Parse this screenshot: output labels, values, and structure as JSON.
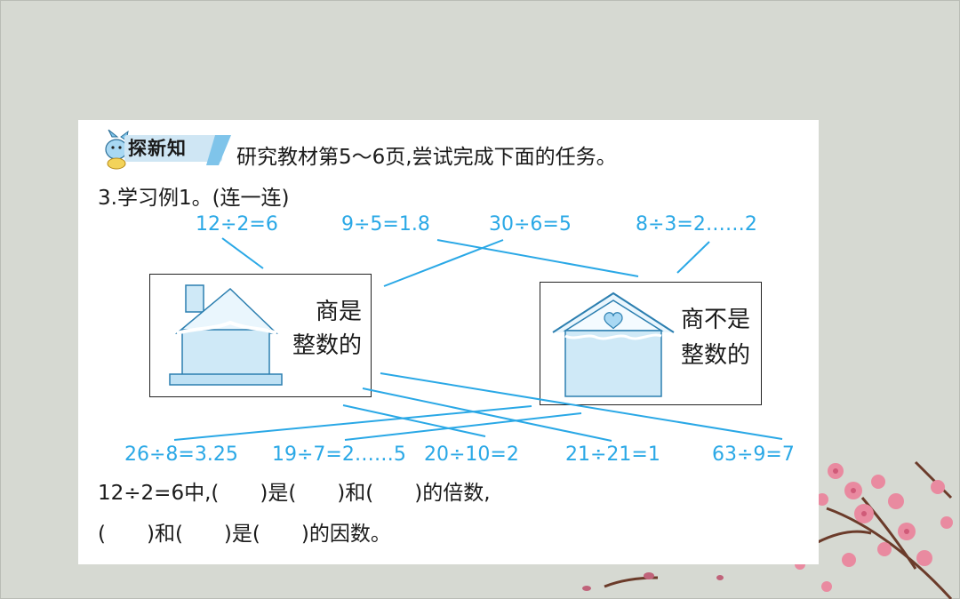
{
  "header": {
    "badge_label": "探新知",
    "instruction": "研究教材第5～6页,尝试完成下面的任务。"
  },
  "task": {
    "title": "3.学习例1。(连一连)"
  },
  "equations_top": [
    "12÷2=6",
    "9÷5=1.8",
    "30÷6=5",
    "8÷3=2……2"
  ],
  "equations_bottom": [
    "26÷8=3.25",
    "19÷7=2……5",
    "20÷10=2",
    "21÷21=1",
    "63÷9=7"
  ],
  "houses": {
    "left_label_1": "商是",
    "left_label_2": "整数的",
    "right_label_1": "商不是",
    "right_label_2": "整数的"
  },
  "questions": {
    "line1": "12÷2=6中,(　　)是(　　)和(　　)的倍数,",
    "line2": "(　　)和(　　)是(　　)的因数。"
  },
  "colors": {
    "equation_blue": "#2aa8e6",
    "house_fill": "#cfe9f7",
    "background": "#d6d9d2",
    "card": "#ffffff"
  }
}
